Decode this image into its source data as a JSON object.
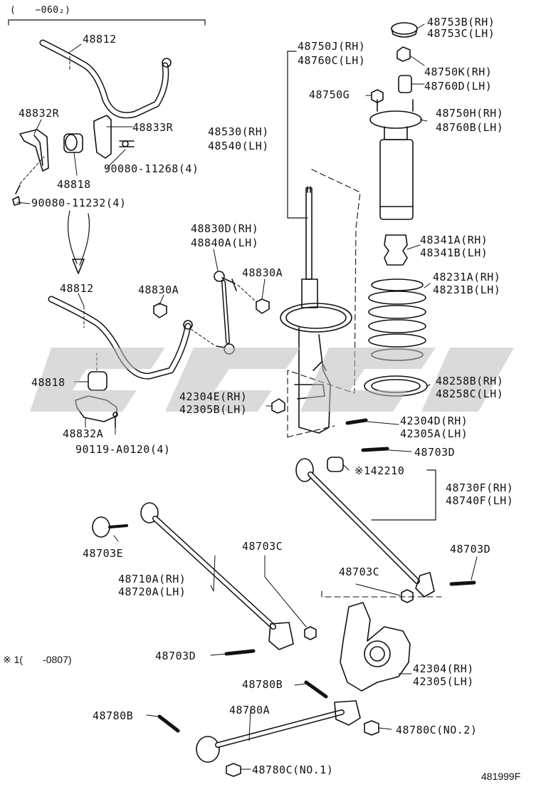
{
  "header_note": "(　　−060₂)",
  "footer_id": "481999F",
  "footnote": "※ 1(　　-0807)",
  "labels": {
    "p48812_top": "48812",
    "p48832R": "48832R",
    "p48833R": "48833R",
    "p48818_top": "48818",
    "p9008011268": "90080-11268(4)",
    "p9008011232": "90080-11232(4)",
    "p48812_bot": "48812",
    "p48830A_1": "48830A",
    "p48830A_2": "48830A",
    "p48818_bot": "48818",
    "p48832A": "48832A",
    "p90119": "90119-A0120(4)",
    "p48830D": "48830D(RH)",
    "p48840A": "48840A(LH)",
    "p48753B": "48753B(RH)",
    "p48753C": "48753C(LH)",
    "p48750J": "48750J(RH)",
    "p48760C": "48760C(LH)",
    "p48750K": "48750K(RH)",
    "p48760D": "48760D(LH)",
    "p48750G": "48750G",
    "p48750H": "48750H(RH)",
    "p48760B": "48760B(LH)",
    "p48530": "48530(RH)",
    "p48540": "48540(LH)",
    "p48341A": "48341A(RH)",
    "p48341B": "48341B(LH)",
    "p48231A": "48231A(RH)",
    "p48231B": "48231B(LH)",
    "p48258B": "48258B(RH)",
    "p48258C": "48258C(LH)",
    "p42304E": "42304E(RH)",
    "p42305B": "42305B(LH)",
    "p42304D": "42304D(RH)",
    "p42305A": "42305A(LH)",
    "p48703D_1": "48703D",
    "p142210": "※142210",
    "p48730F": "48730F(RH)",
    "p48740F": "48740F(LH)",
    "p48703E": "48703E",
    "p48703C_1": "48703C",
    "p48710A": "48710A(RH)",
    "p48720A": "48720A(LH)",
    "p48703C_2": "48703C",
    "p48703D_2": "48703D",
    "p48703D_3": "48703D",
    "p48780B_1": "48780B",
    "p42304": "42304(RH)",
    "p42305": "42305(LH)",
    "p48780B_2": "48780B",
    "p48780A": "48780A",
    "p48780C_2": "48780C(NO.2)",
    "p48780C_1": "48780C(NO.1)"
  }
}
